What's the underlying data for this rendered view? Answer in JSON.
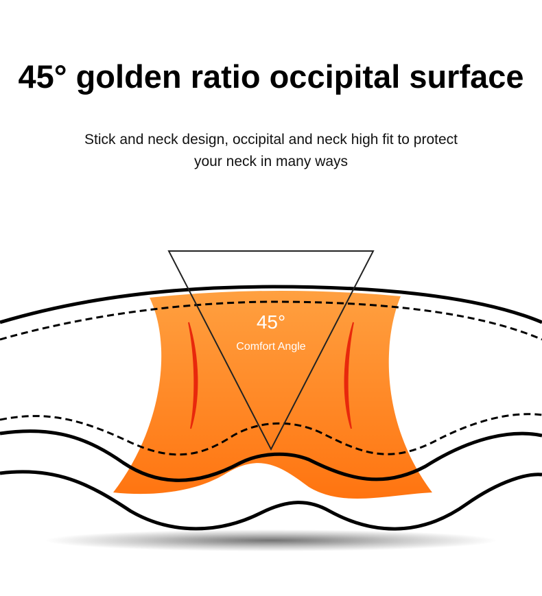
{
  "headline": "45° golden ratio occipital surface",
  "subtitle": {
    "line1": "Stick and neck design, occipital and neck high fit to protect",
    "line2": "your neck in many ways"
  },
  "diagram": {
    "angle_value": "45°",
    "angle_caption": "Comfort Angle",
    "colors": {
      "highlight_top": "#ffa040",
      "highlight_bottom": "#ff7410",
      "pressure_line": "#e8280c",
      "outline": "#000000"
    }
  }
}
